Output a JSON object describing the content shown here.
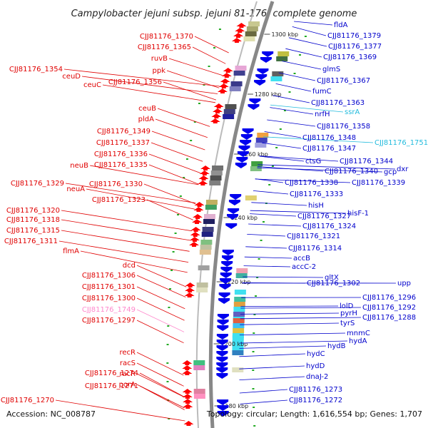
{
  "title": "Campylobacter jejuni subsp. jejuni 81-176, complete genome",
  "accession": "Accession: NC_008787",
  "topology": "Topology: circular; Length: 1,616,554 bp; Genes: 1,707",
  "colors": {
    "left_label": "#e00000",
    "right_label": "#0000cc",
    "pink_label": "#ff88cc",
    "cyan_label": "#22bbdd",
    "forward_arrow": "#ff0000",
    "reverse_arrow": "#0000ee",
    "backbone": "#888888",
    "tick": "#22aa22"
  },
  "scale_ticks": [
    "1300 kbp",
    "1280 kbp",
    "1260 kbp",
    "1240 kbp",
    "1220 kbp",
    "1200 kbp",
    "1180 kbp"
  ],
  "left_labels": [
    {
      "text": "CJJ81176_1370",
      "color": "red"
    },
    {
      "text": "CJJ81176_1365",
      "color": "red"
    },
    {
      "text": "ruvB",
      "color": "red"
    },
    {
      "text": "CJJ81176_1354",
      "color": "red"
    },
    {
      "text": "ppk",
      "color": "red"
    },
    {
      "text": "ceuD",
      "color": "red"
    },
    {
      "text": "ceuC",
      "color": "red"
    },
    {
      "text": "CJJ81176_1356",
      "color": "red"
    },
    {
      "text": "ceuB",
      "color": "red"
    },
    {
      "text": "pldA",
      "color": "red"
    },
    {
      "text": "CJJ81176_1349",
      "color": "red"
    },
    {
      "text": "CJJ81176_1337",
      "color": "red"
    },
    {
      "text": "CJJ81176_1336",
      "color": "red"
    },
    {
      "text": "neuB",
      "color": "red"
    },
    {
      "text": "CJJ81176_1335",
      "color": "red"
    },
    {
      "text": "CJJ81176_1329",
      "color": "red"
    },
    {
      "text": "CJJ81176_1330",
      "color": "red"
    },
    {
      "text": "neuA",
      "color": "red"
    },
    {
      "text": "CJJ81176_1323",
      "color": "red"
    },
    {
      "text": "CJJ81176_1320",
      "color": "red"
    },
    {
      "text": "CJJ81176_1318",
      "color": "red"
    },
    {
      "text": "CJJ81176_1315",
      "color": "red"
    },
    {
      "text": "CJJ81176_1311",
      "color": "red"
    },
    {
      "text": "flmA",
      "color": "red"
    },
    {
      "text": "dcd",
      "color": "red"
    },
    {
      "text": "CJJ81176_1306",
      "color": "red"
    },
    {
      "text": "CJJ81176_1301",
      "color": "red"
    },
    {
      "text": "CJJ81176_1300",
      "color": "red"
    },
    {
      "text": "CJJ81176_1749",
      "color": "pink"
    },
    {
      "text": "CJJ81176_1297",
      "color": "red"
    },
    {
      "text": "recR",
      "color": "red"
    },
    {
      "text": "racS",
      "color": "red"
    },
    {
      "text": "racR",
      "color": "red"
    },
    {
      "text": "porA",
      "color": "red"
    },
    {
      "text": "CJJ81176_1274",
      "color": "red"
    },
    {
      "text": "CJJ81176_1271",
      "color": "red"
    },
    {
      "text": "CJJ81176_1270",
      "color": "red"
    }
  ],
  "right_labels": [
    {
      "text": "fldA",
      "color": "blue"
    },
    {
      "text": "CJJ81176_1379",
      "color": "blue"
    },
    {
      "text": "CJJ81176_1377",
      "color": "blue"
    },
    {
      "text": "CJJ81176_1369",
      "color": "blue"
    },
    {
      "text": "glmS",
      "color": "blue"
    },
    {
      "text": "CJJ81176_1367",
      "color": "blue"
    },
    {
      "text": "fumC",
      "color": "blue"
    },
    {
      "text": "CJJ81176_1363",
      "color": "blue"
    },
    {
      "text": "ssrA",
      "color": "cyan"
    },
    {
      "text": "nrfH",
      "color": "blue"
    },
    {
      "text": "CJJ81176_1358",
      "color": "blue"
    },
    {
      "text": "CJJ81176_1348",
      "color": "blue"
    },
    {
      "text": "CJJ81176_1751",
      "color": "cyan"
    },
    {
      "text": "CJJ81176_1347",
      "color": "blue"
    },
    {
      "text": "CJJ81176_1344",
      "color": "blue"
    },
    {
      "text": "ctsG",
      "color": "blue"
    },
    {
      "text": "CJJ81176_1340",
      "color": "blue"
    },
    {
      "text": "dxr",
      "color": "blue"
    },
    {
      "text": "gcp",
      "color": "blue"
    },
    {
      "text": "CJJ81176_1338",
      "color": "blue"
    },
    {
      "text": "CJJ81176_1339",
      "color": "blue"
    },
    {
      "text": "CJJ81176_1333",
      "color": "blue"
    },
    {
      "text": "hisH",
      "color": "blue"
    },
    {
      "text": "hisF-1",
      "color": "blue"
    },
    {
      "text": "CJJ81176_1327",
      "color": "blue"
    },
    {
      "text": "CJJ81176_1324",
      "color": "blue"
    },
    {
      "text": "CJJ81176_1321",
      "color": "blue"
    },
    {
      "text": "CJJ81176_1314",
      "color": "blue"
    },
    {
      "text": "accB",
      "color": "blue"
    },
    {
      "text": "accC-2",
      "color": "blue"
    },
    {
      "text": "gltX",
      "color": "blue"
    },
    {
      "text": "CJJ81176_1302",
      "color": "blue"
    },
    {
      "text": "upp",
      "color": "blue"
    },
    {
      "text": "CJJ81176_1296",
      "color": "blue"
    },
    {
      "text": "lolD",
      "color": "blue"
    },
    {
      "text": "CJJ81176_1292",
      "color": "blue"
    },
    {
      "text": "pyrH",
      "color": "blue"
    },
    {
      "text": "CJJ81176_1288",
      "color": "blue"
    },
    {
      "text": "tyrS",
      "color": "blue"
    },
    {
      "text": "mnmC",
      "color": "blue"
    },
    {
      "text": "hydA",
      "color": "blue"
    },
    {
      "text": "hydB",
      "color": "blue"
    },
    {
      "text": "hydC",
      "color": "blue"
    },
    {
      "text": "hydD",
      "color": "blue"
    },
    {
      "text": "dnaJ-2",
      "color": "blue"
    },
    {
      "text": "CJJ81176_1273",
      "color": "blue"
    },
    {
      "text": "CJJ81176_1272",
      "color": "blue"
    }
  ]
}
